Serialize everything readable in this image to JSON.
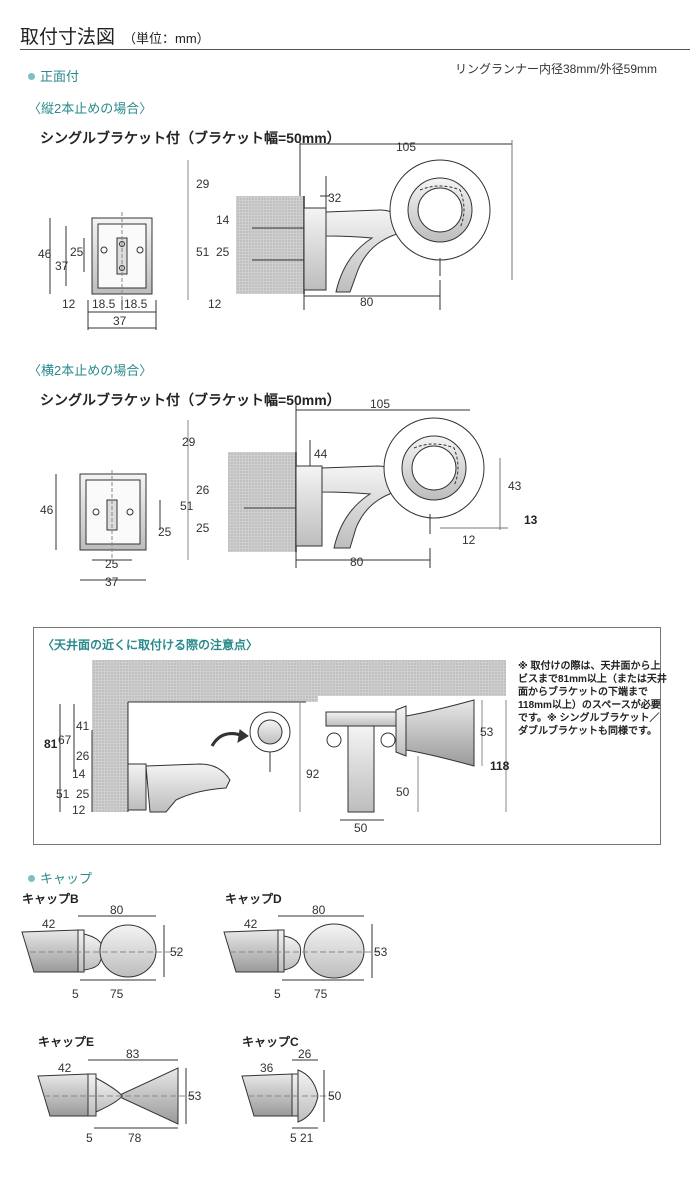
{
  "header": {
    "title": "取付寸法図",
    "unit": "（単位：mm）"
  },
  "top_note": "リングランナー内径38mm/外径59mm",
  "section_front": "正面付",
  "vertical": {
    "heading": "〈縦2本止めの場合〉",
    "bracket_label": "シングルブラケット付（ブラケット幅=50mm）",
    "plate_dims": {
      "h46": "46",
      "h37": "37",
      "h25": "25",
      "b12": "12",
      "w185a": "18.5",
      "w185b": "18.5",
      "w37": "37"
    },
    "side_dims": {
      "d105": "105",
      "d29": "29",
      "d32": "32",
      "d14": "14",
      "d51": "51",
      "d25": "25",
      "d12": "12",
      "d80": "80"
    }
  },
  "horizontal": {
    "heading": "〈横2本止めの場合〉",
    "bracket_label": "シングルブラケット付（ブラケット幅=50mm）",
    "plate_dims": {
      "h46": "46",
      "h25": "25",
      "w25": "25",
      "w37": "37"
    },
    "side_dims": {
      "d105": "105",
      "d29": "29",
      "d44": "44",
      "d26": "26",
      "d51": "51",
      "d25": "25",
      "d80": "80",
      "d43": "43",
      "d13": "13",
      "d12": "12"
    }
  },
  "ceiling": {
    "heading": "〈天井面の近くに取付ける際の注意点〉",
    "note": "※ 取付けの際は、天井面から上ビスまで81mm以上（または天井面からブラケットの下端まで118mm以上）のスペースが必要です。※ シングルブラケット／ダブルブラケットも同様です。",
    "dims": {
      "d81": "81",
      "d67": "67",
      "d41": "41",
      "d26": "26",
      "d14": "14",
      "d51": "51",
      "d25": "25",
      "d12": "12",
      "d92": "92",
      "d53": "53",
      "d118": "118",
      "d50a": "50",
      "d50b": "50"
    }
  },
  "section_cap": "キャップ",
  "caps": [
    {
      "label": "キャップB",
      "d_total": "80",
      "d_dia": "42",
      "d_head": "52",
      "d_a": "5",
      "d_b": "75"
    },
    {
      "label": "キャップD",
      "d_total": "80",
      "d_dia": "42",
      "d_head": "53",
      "d_a": "5",
      "d_b": "75"
    },
    {
      "label": "キャップE",
      "d_total": "83",
      "d_dia": "42",
      "d_head": "53",
      "d_a": "5",
      "d_b": "78"
    },
    {
      "label": "キャップC",
      "d_total": "26",
      "d_dia": "36",
      "d_head": "50",
      "d_a": "5",
      "d_b": "21"
    }
  ]
}
